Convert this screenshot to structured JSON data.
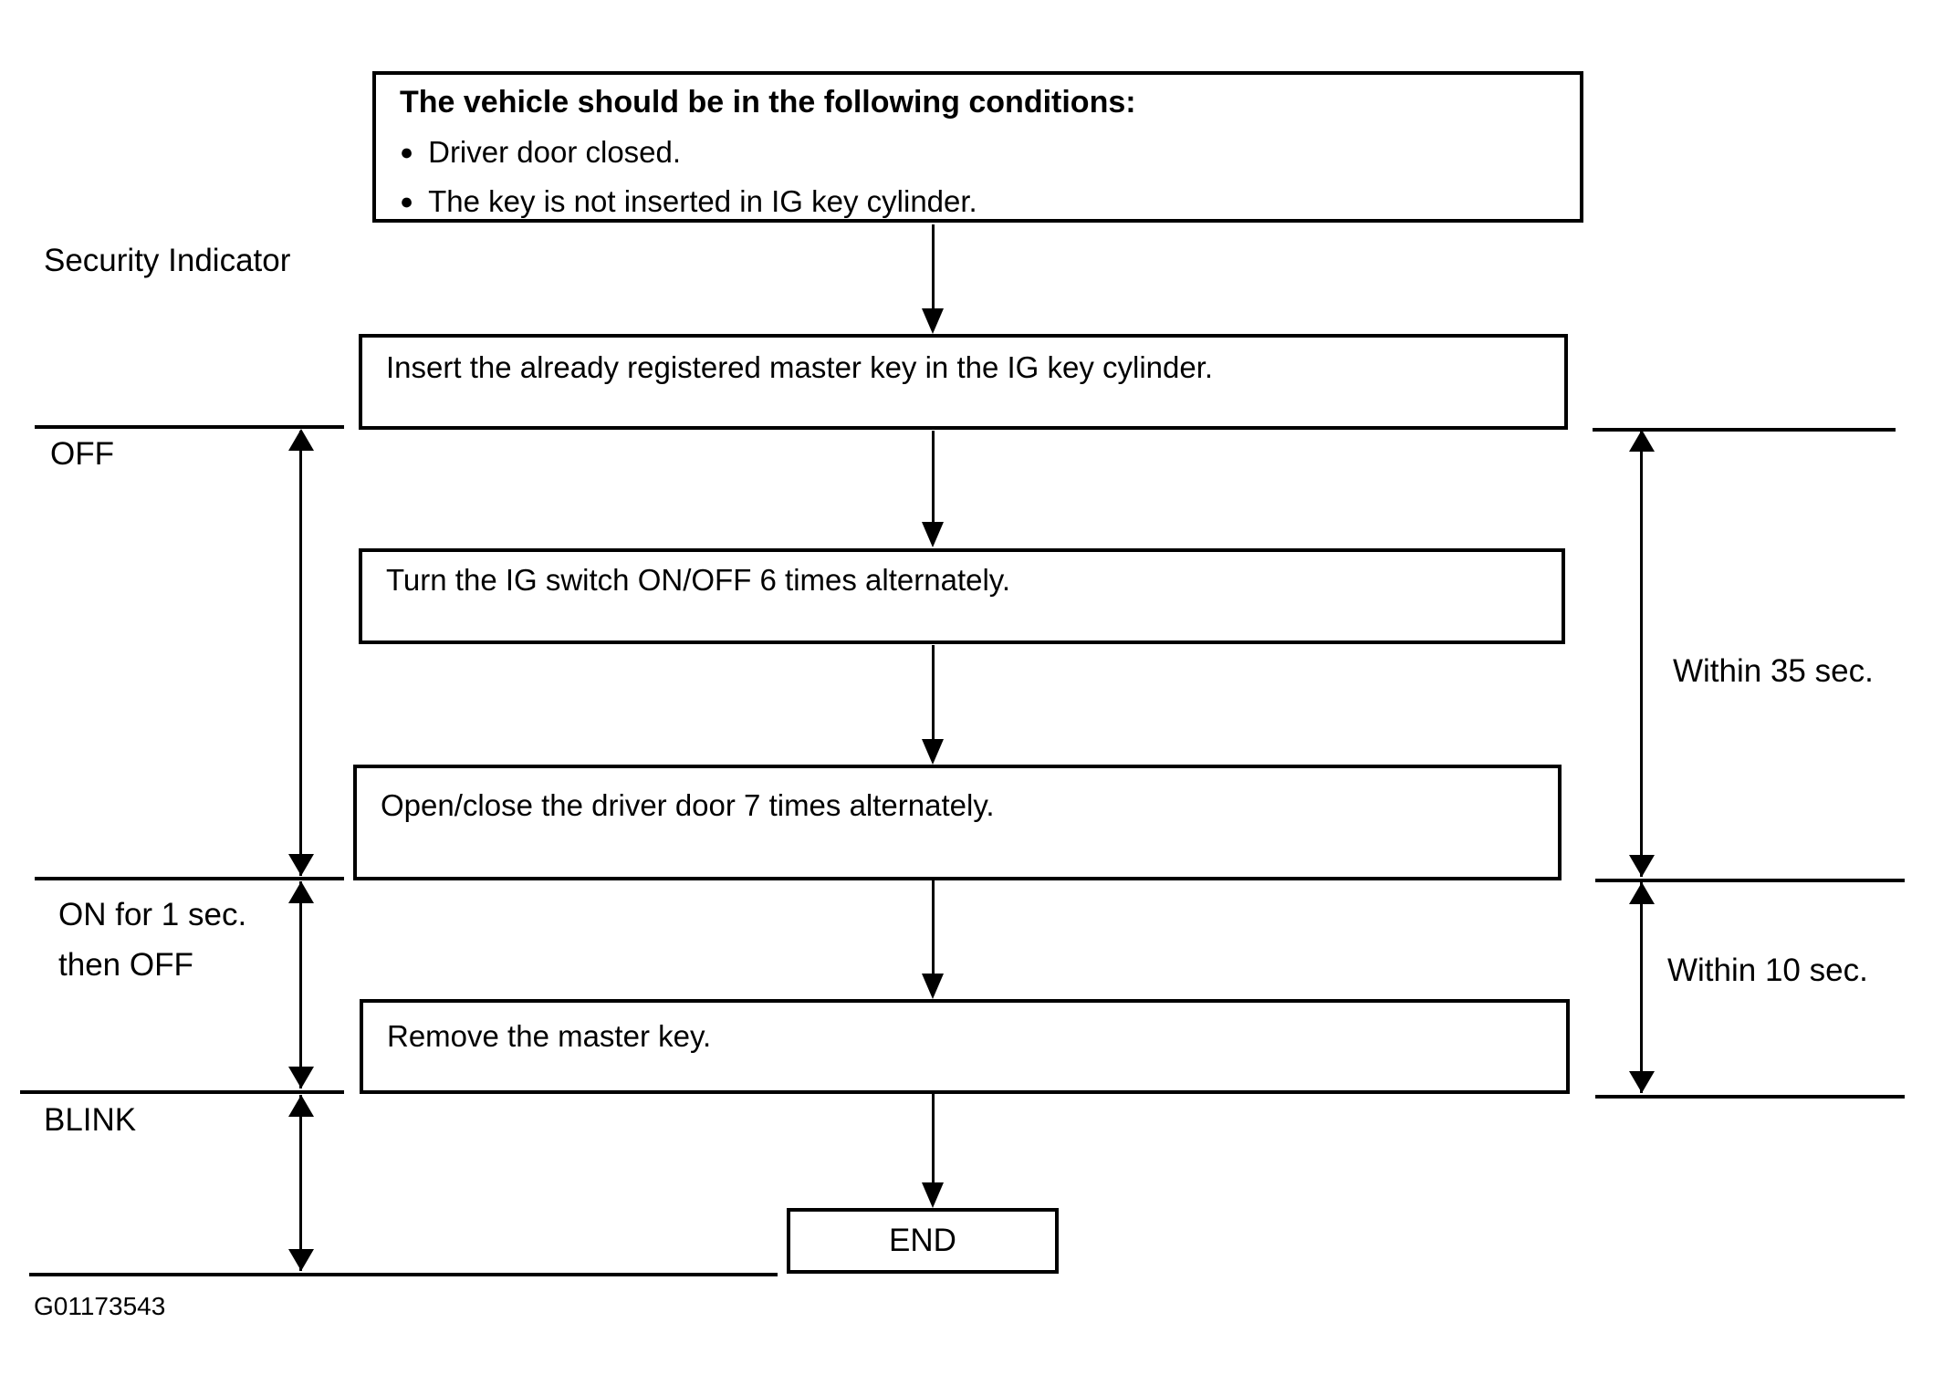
{
  "figure": {
    "id_label": "G01173543"
  },
  "colors": {
    "ink": "#000000",
    "paper": "#ffffff"
  },
  "conditions_box": {
    "title": "The vehicle should be in the following conditions:",
    "bullet_glyph": "●",
    "bullets": [
      "Driver door closed.",
      "The key is not inserted in IG key cylinder."
    ]
  },
  "steps": [
    "Insert the already registered master key in the IG key cylinder.",
    "Turn the IG switch ON/OFF 6 times alternately.",
    "Open/close the driver door 7 times alternately.",
    "Remove the master key."
  ],
  "end_label": "END",
  "indicator_timeline": {
    "axis_label": "Security Indicator",
    "state_off": "OFF",
    "state_on_line1": "ON for 1 sec.",
    "state_on_line2": "then OFF",
    "state_blink": "BLINK"
  },
  "timing": {
    "within_35": "Within 35 sec.",
    "within_10": "Within 10 sec."
  }
}
